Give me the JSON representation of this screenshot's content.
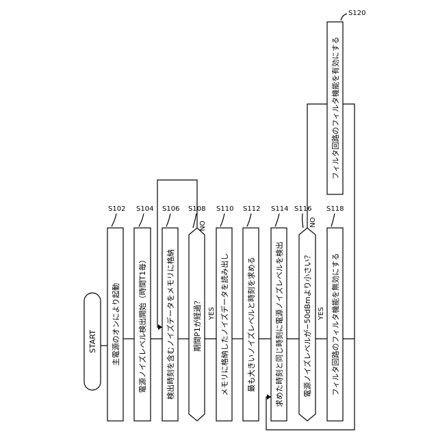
{
  "diagram": {
    "start": "START",
    "steps": {
      "s102": {
        "id": "S102",
        "text": "主電源のオンにより起動"
      },
      "s104": {
        "id": "S104",
        "text": "電源ノイズレベル検出開始（時間T1毎）"
      },
      "s106": {
        "id": "S106",
        "text": "検出時刻を含むノイズデータをメモリに格納"
      },
      "s108": {
        "id": "S108",
        "text": "期間P1が経過？"
      },
      "s110": {
        "id": "S110",
        "text": "メモリに格納したノイズデータを読み出し"
      },
      "s112": {
        "id": "S112",
        "text": "最も大きいノイズレベルと時刻を求める"
      },
      "s114": {
        "id": "S114",
        "text": "求めた時刻と同じ時刻に電源ノイズレベルを検出"
      },
      "s116": {
        "id": "S116",
        "text": "電源ノイズレベルが−50dBmより小さい？"
      },
      "s118": {
        "id": "S118",
        "text": "フィルタ回路のフィルタ機能を無効にする"
      },
      "s120": {
        "id": "S120",
        "text": "フィルタ回路のフィルタ機能を有効にする"
      }
    },
    "branches": {
      "s108_yes": "YES",
      "s108_no": "NO",
      "s116_yes": "YES",
      "s116_no": "NO"
    }
  }
}
